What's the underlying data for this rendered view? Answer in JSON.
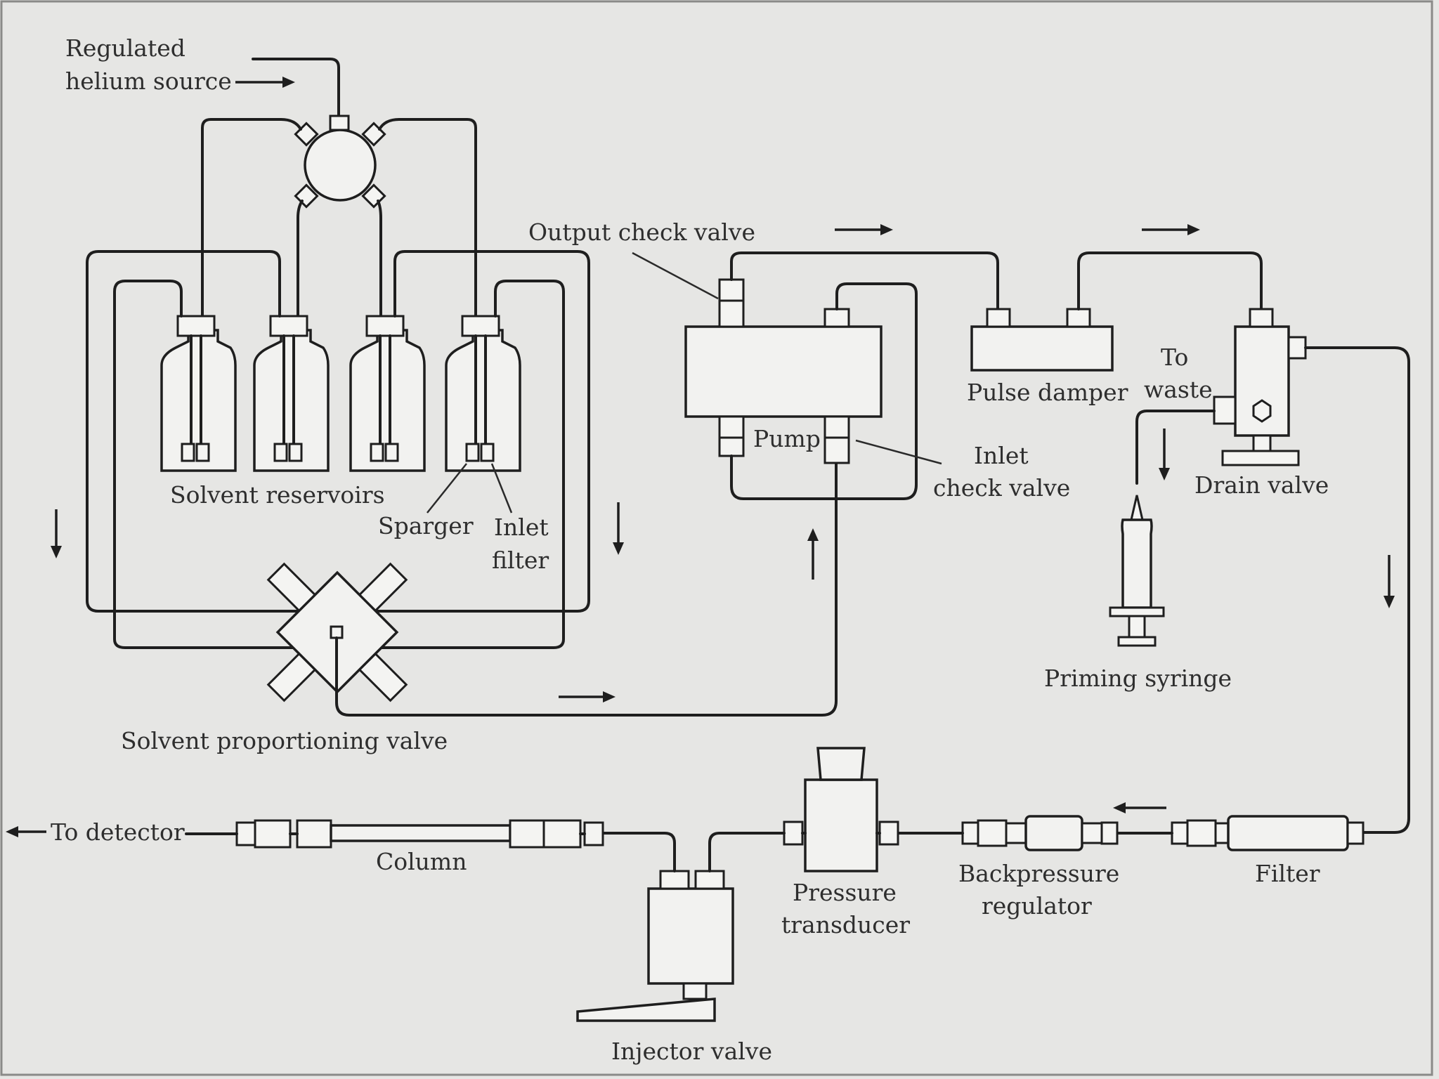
{
  "labels": {
    "helium_source_line1": "Regulated",
    "helium_source_line2": "helium source",
    "solvent_reservoirs": "Solvent reservoirs",
    "sparger": "Sparger",
    "inlet_filter_line1": "Inlet",
    "inlet_filter_line2": "filter",
    "solvent_proportioning_valve": "Solvent proportioning valve",
    "output_check_valve": "Output check valve",
    "pump": "Pump",
    "inlet_check_valve_line1": "Inlet",
    "inlet_check_valve_line2": "check valve",
    "pulse_damper": "Pulse damper",
    "to_waste_line1": "To",
    "to_waste_line2": "waste",
    "drain_valve": "Drain valve",
    "priming_syringe": "Priming syringe",
    "to_detector": "To detector",
    "column": "Column",
    "injector_valve": "Injector valve",
    "pressure_transducer_line1": "Pressure",
    "pressure_transducer_line2": "transducer",
    "backpressure_regulator_line1": "Backpressure",
    "backpressure_regulator_line2": "regulator",
    "filter": "Filter"
  },
  "colors": {
    "background": "#e6e6e4",
    "line": "#1e1e1e",
    "text": "#2e2e2e"
  }
}
